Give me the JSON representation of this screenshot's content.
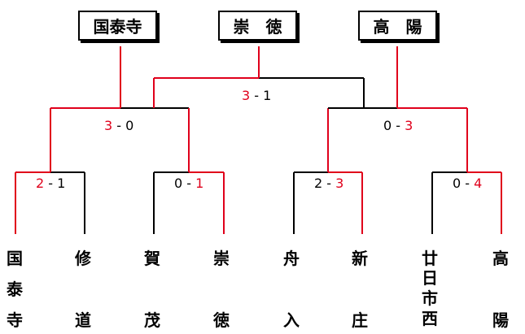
{
  "colors": {
    "winner": "#e0001b",
    "line": "#000000"
  },
  "results": [
    {
      "id": "winner-kokutaiji",
      "label": "国泰寺"
    },
    {
      "id": "winner-sotoku",
      "label": "崇　徳"
    },
    {
      "id": "winner-koyo",
      "label": "高　陽"
    }
  ],
  "teams": [
    {
      "id": "kokutaiji",
      "chars": [
        "国",
        "泰",
        "寺"
      ]
    },
    {
      "id": "shudo",
      "chars": [
        "修",
        "道"
      ]
    },
    {
      "id": "kamo",
      "chars": [
        "賀",
        "茂"
      ]
    },
    {
      "id": "sotoku",
      "chars": [
        "崇",
        "徳"
      ]
    },
    {
      "id": "funairi",
      "chars": [
        "舟",
        "入"
      ]
    },
    {
      "id": "shinjo",
      "chars": [
        "新",
        "庄"
      ]
    },
    {
      "id": "hatsukaichi-nishi",
      "chars": [
        "廿",
        "日",
        "市",
        "西"
      ]
    },
    {
      "id": "koyo",
      "chars": [
        "高",
        "陽"
      ]
    }
  ],
  "matches": [
    {
      "id": "r1-m1",
      "left": "2",
      "sep": " - ",
      "right": "1",
      "winner": "left"
    },
    {
      "id": "r1-m2",
      "left": "0",
      "sep": " - ",
      "right": "1",
      "winner": "right"
    },
    {
      "id": "r1-m3",
      "left": "2",
      "sep": " - ",
      "right": "3",
      "winner": "right"
    },
    {
      "id": "r1-m4",
      "left": "0",
      "sep": " - ",
      "right": "4",
      "winner": "right"
    },
    {
      "id": "r2-m1",
      "left": "3",
      "sep": " - ",
      "right": "0",
      "winner": "left"
    },
    {
      "id": "r2-m2",
      "left": "0",
      "sep": " - ",
      "right": "3",
      "winner": "right"
    },
    {
      "id": "r3-m1",
      "left": "3",
      "sep": " - ",
      "right": "1",
      "winner": "left"
    }
  ]
}
